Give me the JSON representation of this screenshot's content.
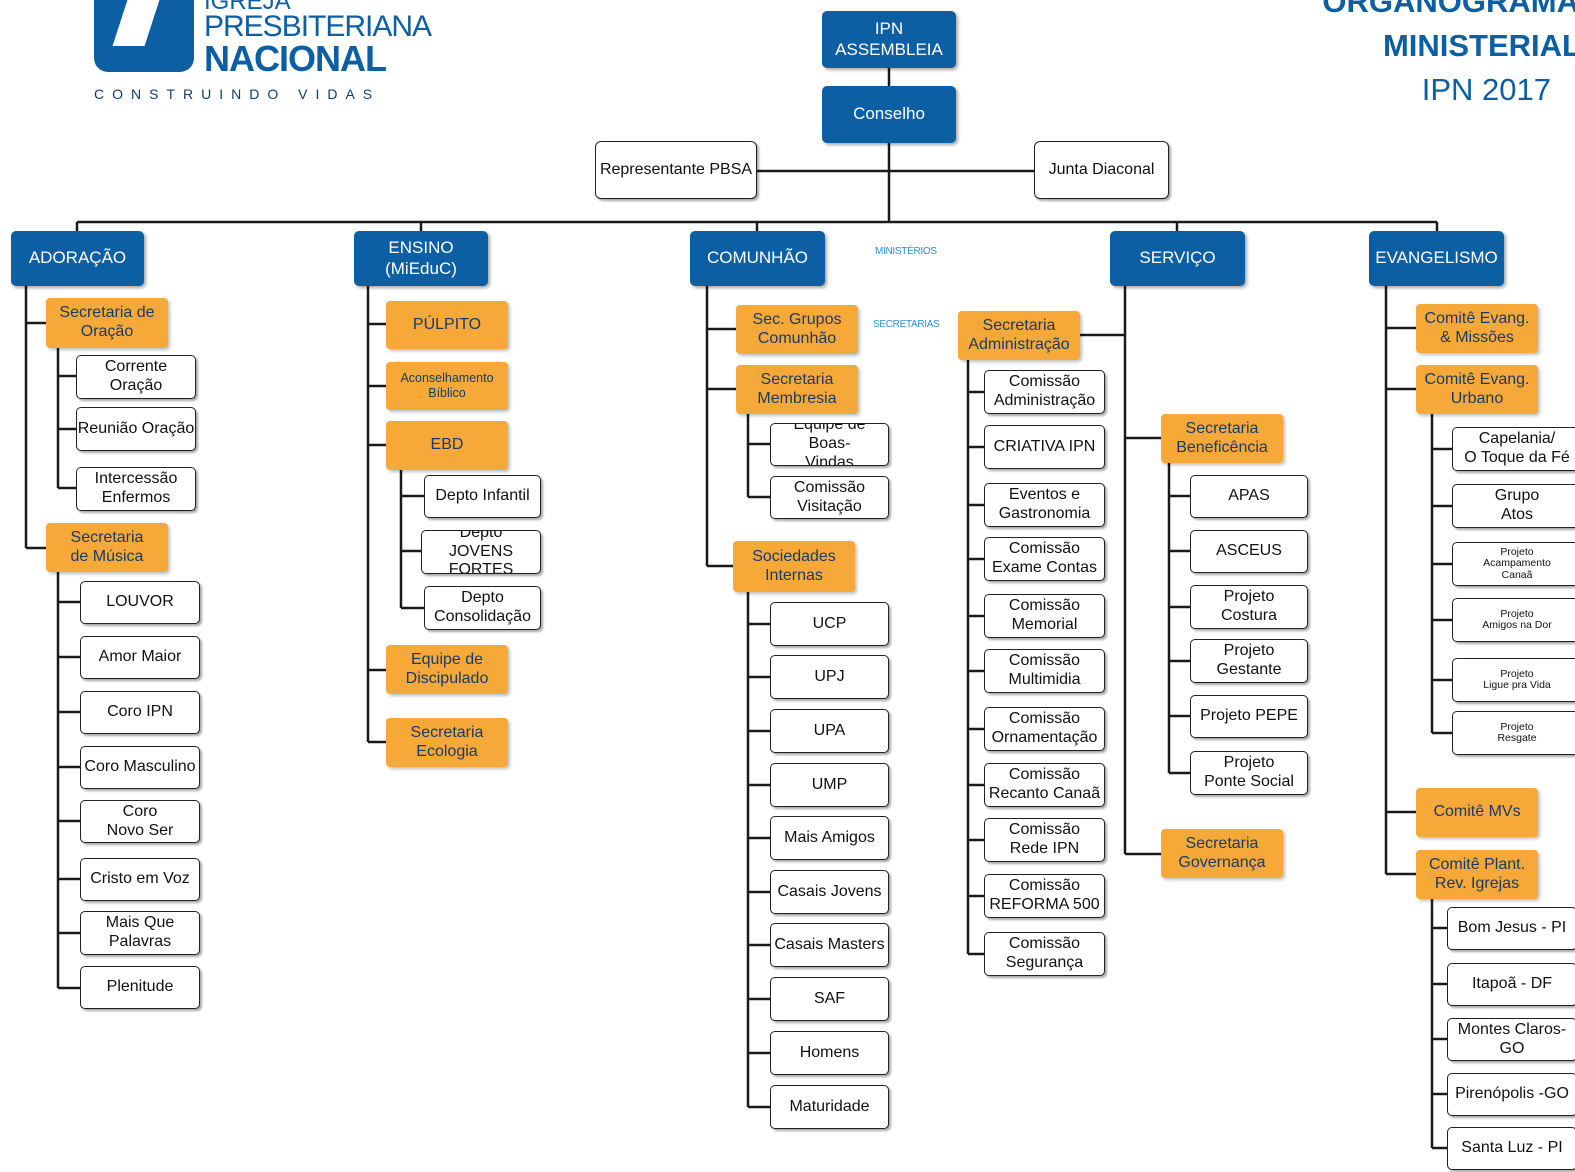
{
  "logo": {
    "line1": "IGREJA",
    "line2": "PRESBITERIANA",
    "line3": "NACIONAL",
    "tagline": "CONSTRUINDO VIDAS"
  },
  "title": {
    "line1": "ORGANOGRAMA",
    "line2": "MINISTERIAL",
    "line3": "IPN 2017"
  },
  "labels": {
    "ministerios": "MINISTÉRIOS",
    "secretarias": "SECRETARIAS"
  },
  "top": {
    "assembleia": "IPN\nASSEMBLEIA",
    "conselho": "Conselho",
    "pbsa": "Representante PBSA",
    "junta": "Junta Diaconal"
  },
  "adoracao": {
    "label": "ADORAÇÃO",
    "sec1": "Secretaria de\nOração",
    "sec1_items": [
      "Corrente\nOração",
      "Reunião Oração",
      "Intercessão\nEnfermos"
    ],
    "sec2": "Secretaria\nde Música",
    "sec2_items": [
      "LOUVOR",
      "Amor Maior",
      "Coro IPN",
      "Coro Masculino",
      "Coro\nNovo Ser",
      "Cristo em Voz",
      "Mais Que\nPalavras",
      "Plenitude"
    ]
  },
  "ensino": {
    "label": "ENSINO\n(MiEduC)",
    "pulpito": "PÚLPITO",
    "aconselhamento": "Aconselhamento\nBíblico",
    "ebd": "EBD",
    "ebd_items": [
      "Depto Infantil",
      "Depto\nJOVENS FORTES",
      "Depto\nConsolidação"
    ],
    "discipulado": "Equipe de\nDiscipulado",
    "ecologia": "Secretaria\nEcologia"
  },
  "comunhao": {
    "label": "COMUNHÃO",
    "grupos": "Sec. Grupos\nComunhão",
    "membresia": "Secretaria\nMembresia",
    "membresia_items": [
      "Equipe de Boas-\nVindas",
      "Comissão\nVisitação"
    ],
    "sociedades": "Sociedades\nInternas",
    "sociedades_items": [
      "UCP",
      "UPJ",
      "UPA",
      "UMP",
      "Mais Amigos",
      "Casais Jovens",
      "Casais Masters",
      "SAF",
      "Homens",
      "Maturidade"
    ]
  },
  "servico": {
    "label": "SERVIÇO",
    "administracao": "Secretaria\nAdministração",
    "administracao_items": [
      "Comissão\nAdministração",
      "CRIATIVA IPN",
      "Eventos e\nGastronomia",
      "Comissão\nExame Contas",
      "Comissão\nMemorial",
      "Comissão\nMultimidia",
      "Comissão\nOrnamentação",
      "Comissão\nRecanto Canaã",
      "Comissão\nRede IPN",
      "Comissão\nREFORMA 500",
      "Comissão\nSegurança"
    ],
    "beneficencia": "Secretaria\nBeneficência",
    "beneficencia_items": [
      "APAS",
      "ASCEUS",
      "Projeto\nCostura",
      "Projeto\nGestante",
      "Projeto PEPE",
      "Projeto\nPonte Social"
    ],
    "governanca": "Secretaria\nGovernança"
  },
  "evangelismo": {
    "label": "EVANGELISMO",
    "missoes": "Comitê Evang.\n& Missões",
    "urbano": "Comitê Evang.\nUrbano",
    "urbano_items": [
      "Capelania/\nO Toque da Fé",
      "Grupo\nAtos",
      "Projeto\nAcampamento\nCanaã",
      "Projeto\nAmigos na Dor",
      "Projeto\nLigue pra Vida",
      "Projeto\nResgate"
    ],
    "mvs": "Comitê MVs",
    "plant": "Comitê Plant.\nRev. Igrejas",
    "plant_items": [
      "Bom Jesus - PI",
      "Itapoã - DF",
      "Montes Claros-GO",
      "Pirenópolis -GO",
      "Santa Luz - PI"
    ]
  },
  "colors": {
    "ministry": "#0c5fa3",
    "secretaria": "#f6a938",
    "secretaria_text": "#1a3a66",
    "line": "#1a1a1a",
    "label": "#2a8fd6"
  }
}
